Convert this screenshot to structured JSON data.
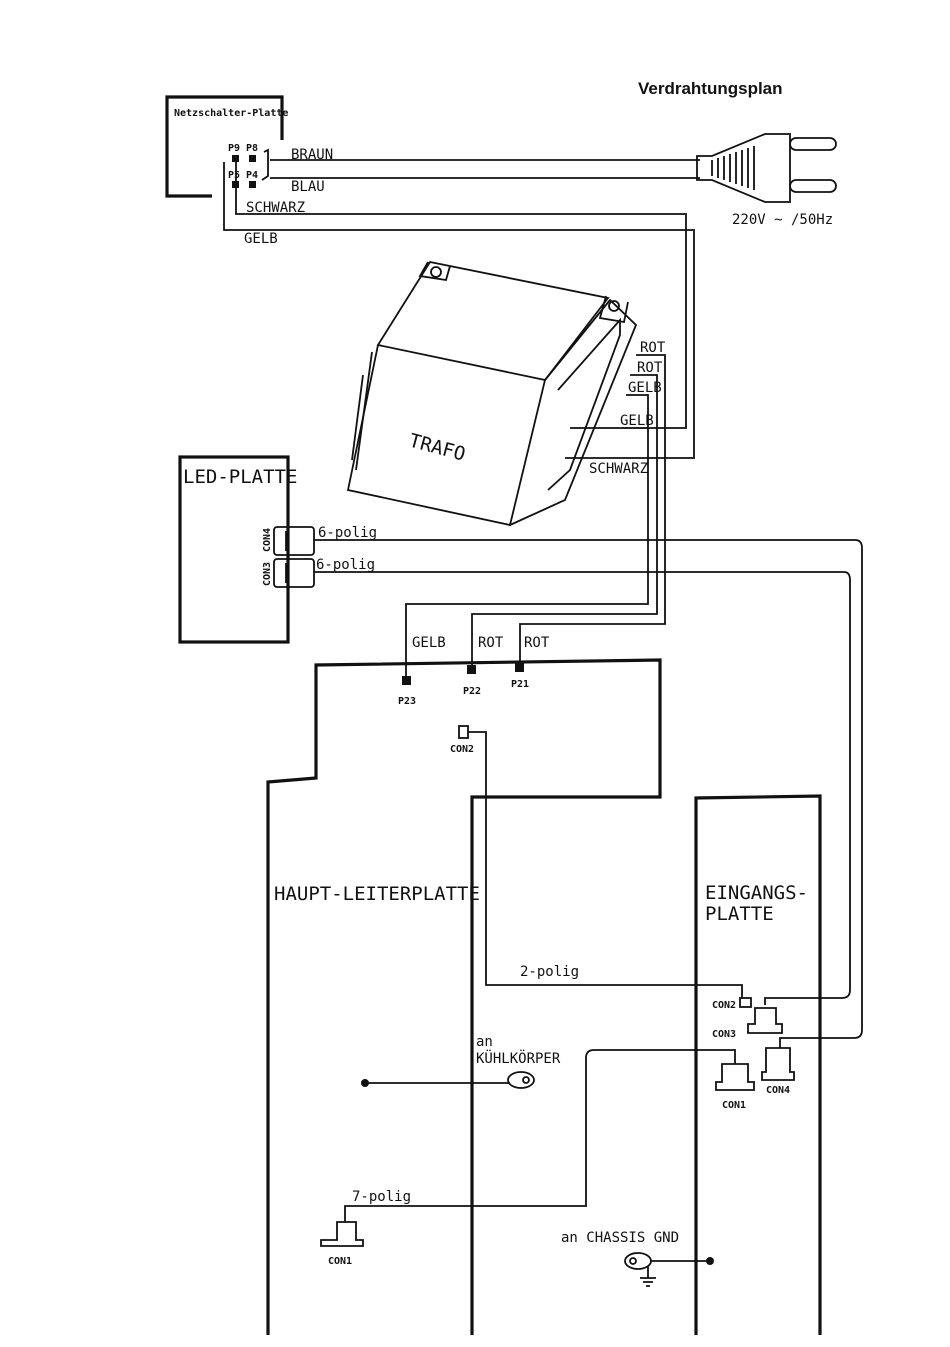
{
  "title": "Verdrahtungsplan",
  "netzschalter": {
    "title": "Netzschalter-Platte",
    "p9": "P9",
    "p8": "P8",
    "p5": "P5",
    "p4": "P4"
  },
  "mains": {
    "braun": "BRAUN",
    "blau": "BLAU",
    "schwarz": "SCHWARZ",
    "gelb": "GELB",
    "voltage": "220V ~ /50Hz"
  },
  "trafo": {
    "label": "TRAFO",
    "rot1": "ROT",
    "rot2": "ROT",
    "gelb1": "GELB",
    "gelb2": "GELB",
    "schwarz": "SCHWARZ"
  },
  "led": {
    "title": "LED-PLATTE",
    "con4": "CON4",
    "con3": "CON3",
    "cable1": "6-polig",
    "cable2": "6-polig"
  },
  "haupt": {
    "title": "HAUPT-LEITERPLATTE",
    "wire_gelb": "GELB",
    "wire_rot1": "ROT",
    "wire_rot2": "ROT",
    "p23": "P23",
    "p22": "P22",
    "p21": "P21",
    "con2": "CON2",
    "con1": "CON1",
    "cable_7pol": "7-polig",
    "kuehl_1": "an",
    "kuehl_2": "KÜHLKÖRPER"
  },
  "eingang": {
    "title_1": "EINGANGS-",
    "title_2": "PLATTE",
    "cable_2pol": "2-polig",
    "con2": "CON2",
    "con3": "CON3",
    "con1": "CON1",
    "con4": "CON4"
  },
  "chassis": {
    "label": "an CHASSIS GND"
  }
}
